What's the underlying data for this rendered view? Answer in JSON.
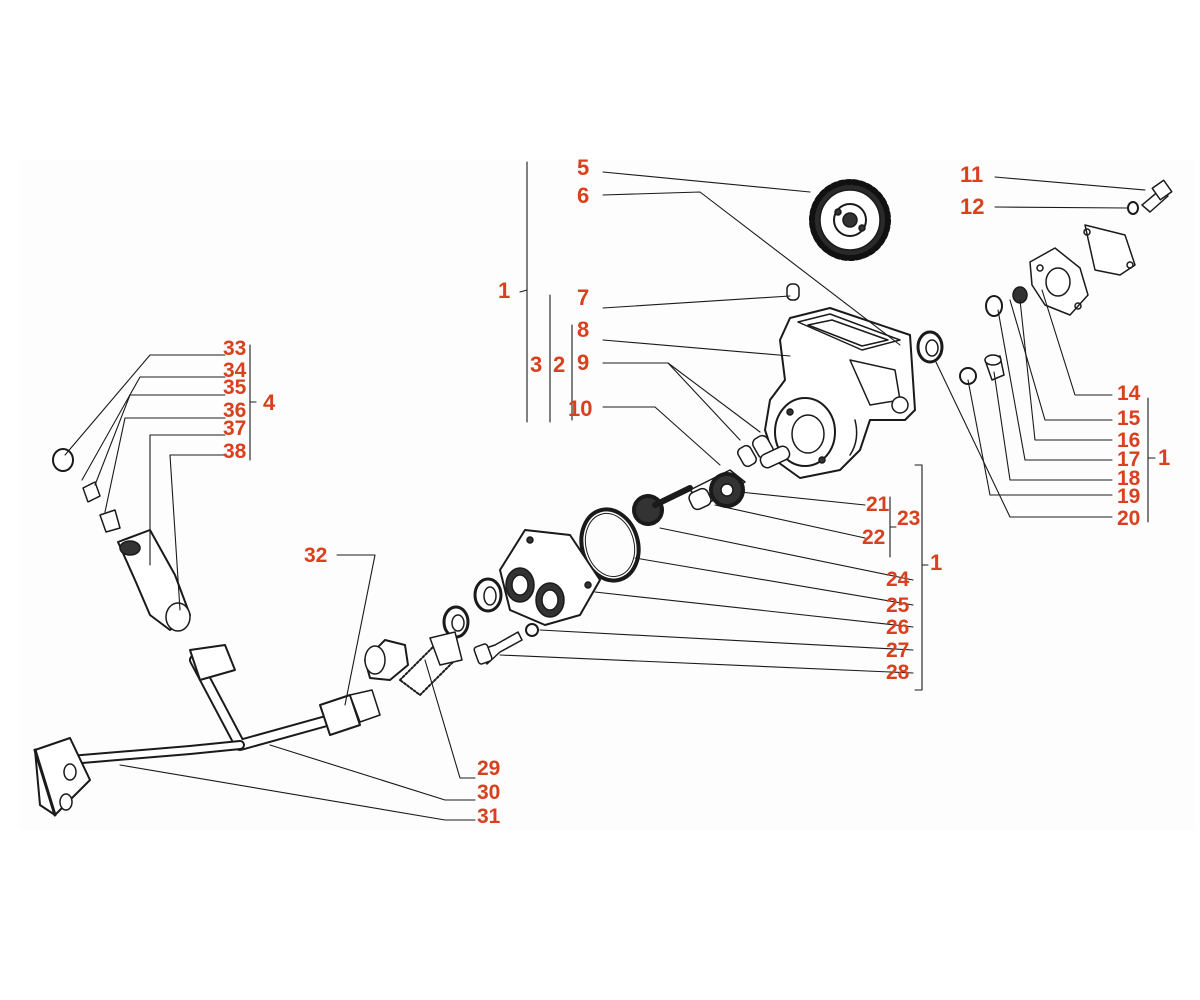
{
  "labels": {
    "n1": "1",
    "n2": "2",
    "n3": "3",
    "n4": "4",
    "n5": "5",
    "n6": "6",
    "n7": "7",
    "n8": "8",
    "n9": "9",
    "n10": "10",
    "n11": "11",
    "n12": "12",
    "n14": "14",
    "n15": "15",
    "n16": "16",
    "n17": "17",
    "n18": "18",
    "n19": "19",
    "n20": "20",
    "n21": "21",
    "n22": "22",
    "n23": "23",
    "n24": "24",
    "n25": "25",
    "n26": "26",
    "n27": "27",
    "n28": "28",
    "n29": "29",
    "n30": "30",
    "n31": "31",
    "n32": "32",
    "n33": "33",
    "n34": "34",
    "n35": "35",
    "n36": "36",
    "n37": "37",
    "n38": "38"
  },
  "colors": {
    "label": "#d8401e",
    "line": "#1a1a1a",
    "background": "#ffffff"
  }
}
